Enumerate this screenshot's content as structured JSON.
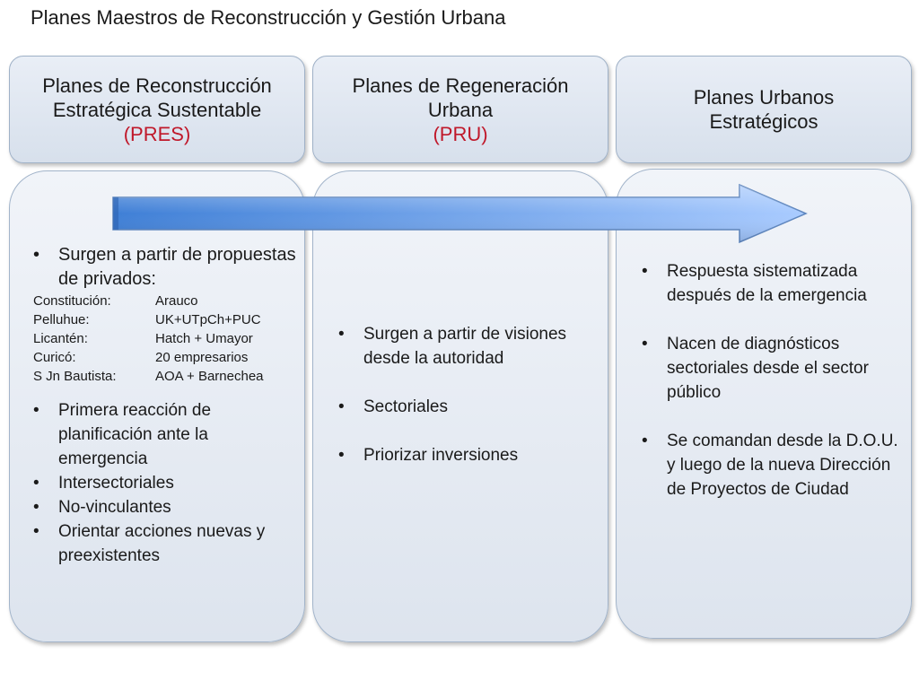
{
  "title": "Planes Maestros de Reconstrucción y Gestión Urbana",
  "headers": [
    {
      "line1": "Planes de Reconstrucción",
      "line2": "Estratégica Sustentable",
      "acronym": "(PRES)"
    },
    {
      "line1": "Planes de Regeneración",
      "line2": "Urbana",
      "acronym": "(PRU)"
    },
    {
      "line1": "Planes Urbanos",
      "line2": "Estratégicos",
      "acronym": ""
    }
  ],
  "col1": {
    "bullet1": "Surgen a partir de propuestas de privados:",
    "cases": [
      {
        "place": "Constitución:",
        "who": "Arauco"
      },
      {
        "place": "Pelluhue:",
        "who": "UK+UTpCh+PUC"
      },
      {
        "place": "Licantén:",
        "who": "Hatch + Umayor"
      },
      {
        "place": "Curicó:",
        "who": "20 empresarios"
      },
      {
        "place": "S Jn Bautista:",
        "who": "AOA + Barnechea"
      }
    ],
    "bullets": [
      "Primera reacción de planificación ante la emergencia",
      "Intersectoriales",
      "No-vinculantes",
      "Orientar acciones nuevas y preexistentes"
    ]
  },
  "col2": {
    "bullets": [
      "Surgen a partir de visiones desde la autoridad",
      "Sectoriales",
      "Priorizar inversiones"
    ]
  },
  "col3": {
    "bullets": [
      "Respuesta sistematizada después de la emergencia",
      "Nacen de diagnósticos sectoriales desde el sector público",
      "Se comandan desde la D.O.U. y luego de la nueva Dirección de Proyectos de Ciudad"
    ]
  },
  "colors": {
    "accent_red": "#c0182a",
    "arrow_start": "#3f7fd6",
    "arrow_end": "#a9cbff"
  }
}
